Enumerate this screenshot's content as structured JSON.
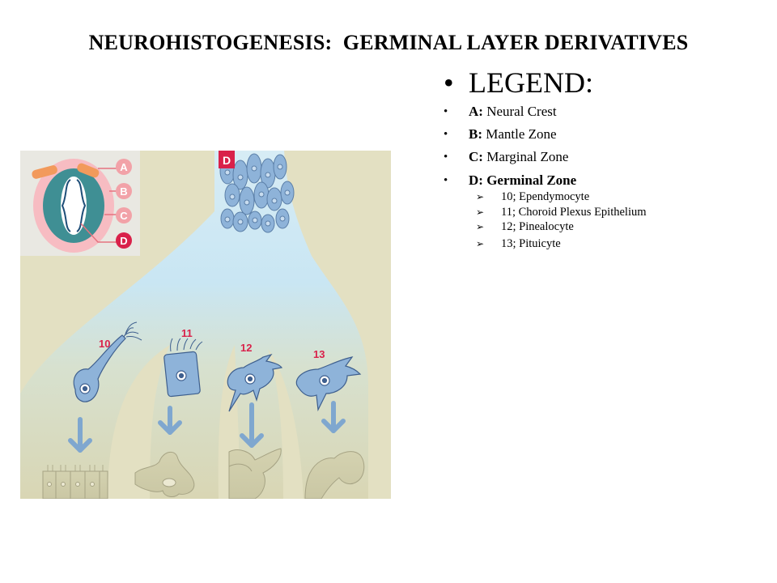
{
  "slide": {
    "title": "NEUROHISTOGENESIS:  GERMINAL LAYER DERIVATIVES"
  },
  "legend": {
    "heading": "LEGEND",
    "heading_suffix": ":",
    "items": [
      {
        "key": "A:",
        "label": " Neural Crest"
      },
      {
        "key": "B:",
        "label": " Mantle Zone"
      },
      {
        "key": "C:",
        "label": " Marginal Zone"
      },
      {
        "key": "D:",
        "label": " Germinal Zone"
      }
    ],
    "sub_items": [
      "10; Ependymocyte",
      "11; Choroid Plexus Epithelium",
      "12; Pinealocyte",
      "13; Pituicyte"
    ]
  },
  "figure": {
    "inset_labels": [
      "A",
      "B",
      "C",
      "D"
    ],
    "source_label": "D",
    "cell_numbers": [
      "10",
      "11",
      "12",
      "13"
    ],
    "colors": {
      "label_red": "#d9214a",
      "inset_pink": "#f7bcc2",
      "neural_teal": "#3f8f94",
      "crest_orange": "#f29a5c",
      "cell_blue": "#8eb3d9",
      "arrow_blue": "#7fa7cf",
      "background_beige": "#e3e0c2"
    }
  }
}
